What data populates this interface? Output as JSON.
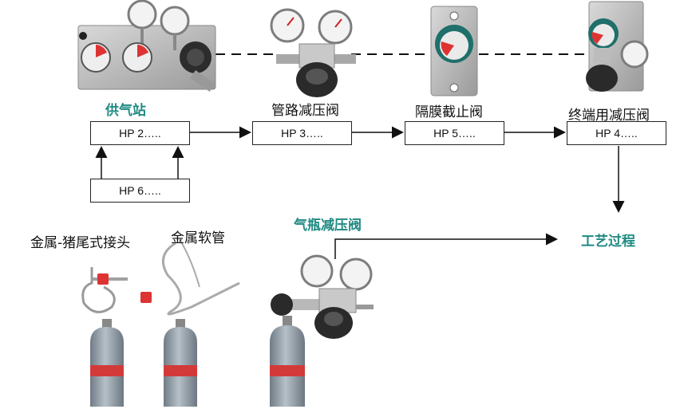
{
  "labels": {
    "supply_station": "供气站",
    "pipeline_regulator": "管路减压阀",
    "diaphragm_valve": "隔膜截止阀",
    "terminal_regulator": "终端用减压阀",
    "cylinder_regulator": "气瓶减压阀",
    "process": "工艺过程",
    "pigtail": "金属-猪尾式接头",
    "metal_hose": "金属软管"
  },
  "boxes": {
    "hp2": "HP 2…..",
    "hp3": "HP 3…..",
    "hp5": "HP 5…..",
    "hp4": "HP 4…..",
    "hp6": "HP 6….."
  },
  "colors": {
    "teal_label": "#1f8a82",
    "cylinder_body": "#8e9aa5",
    "cylinder_band": "#d23a3a",
    "panel": "#b7b7b7",
    "knob": "#222222"
  }
}
